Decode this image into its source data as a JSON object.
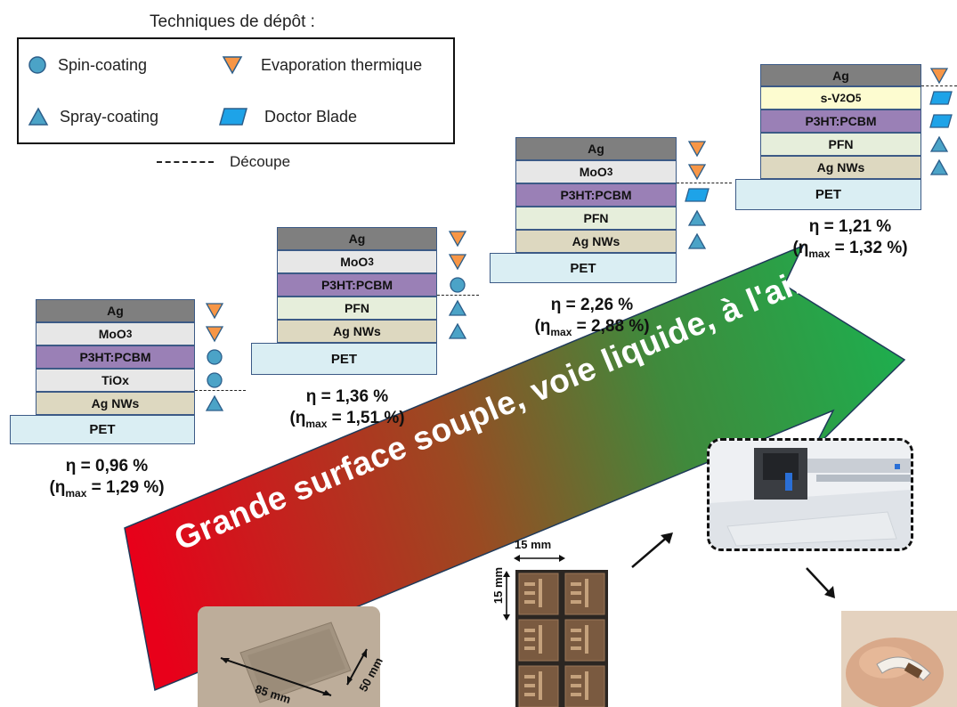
{
  "legend": {
    "title": "Techniques de dépôt :",
    "spin": "Spin-coating",
    "spray": "Spray-coating",
    "evap": "Evaporation thermique",
    "blade": "Doctor Blade",
    "cut": "Découpe"
  },
  "stacks": [
    {
      "layers": [
        "Ag",
        "MoO3",
        "P3HT:PCBM",
        "TiOx",
        "Ag NWs",
        "PET"
      ],
      "techniques": [
        "evaporation",
        "evaporation",
        "spin-coating",
        "spin-coating",
        "spray-coating"
      ],
      "eta": "η = 0,96 %",
      "eta_max_prefix": "(η",
      "eta_max_sub": "max",
      "eta_max_value": " = 1,29 %)"
    },
    {
      "layers": [
        "Ag",
        "MoO3",
        "P3HT:PCBM",
        "PFN",
        "Ag NWs",
        "PET"
      ],
      "techniques": [
        "evaporation",
        "evaporation",
        "spin-coating",
        "spray-coating",
        "spray-coating"
      ],
      "eta": "η = 1,36 %",
      "eta_max_prefix": "(η",
      "eta_max_sub": "max",
      "eta_max_value": " = 1,51 %)"
    },
    {
      "layers": [
        "Ag",
        "MoO3",
        "P3HT:PCBM",
        "PFN",
        "Ag NWs",
        "PET"
      ],
      "techniques": [
        "evaporation",
        "evaporation",
        "doctor-blade",
        "spray-coating",
        "spray-coating"
      ],
      "eta": "η = 2,26 %",
      "eta_max_prefix": "(η",
      "eta_max_sub": "max",
      "eta_max_value": " = 2,88 %)"
    },
    {
      "layers": [
        "Ag",
        "s-V2O5",
        "P3HT:PCBM",
        "PFN",
        "Ag NWs",
        "PET"
      ],
      "techniques": [
        "evaporation",
        "doctor-blade",
        "doctor-blade",
        "spray-coating",
        "spray-coating"
      ],
      "eta": "η = 1,21 %",
      "eta_max_prefix": "(η",
      "eta_max_sub": "max",
      "eta_max_value": " = 1,32 %)"
    }
  ],
  "layer_labels": {
    "ag": "Ag",
    "moo3_main": "MoO",
    "moo3_sub": "3",
    "p3ht": "P3HT:PCBM",
    "tiox": "TiOx",
    "pfn": "PFN",
    "agnw": "Ag NWs",
    "pet": "PET",
    "sv2o5_a": "s-V",
    "sv2o5_b": "2",
    "sv2o5_c": "O",
    "sv2o5_d": "5"
  },
  "arrow_label": "Grande surface souple, voie liquide, à l'air",
  "dimensions": {
    "sample_length": "85 mm",
    "sample_width": "50 mm",
    "cell_width": "15 mm",
    "cell_height": "15 mm"
  },
  "colors": {
    "arrow_start": "#e8001a",
    "arrow_end": "#1eae4e",
    "spin_icon": "#4ba3c7",
    "spray_icon": "#4ba3c7",
    "evap_icon": "#f79646",
    "blade_icon": "#1ea3e8"
  }
}
